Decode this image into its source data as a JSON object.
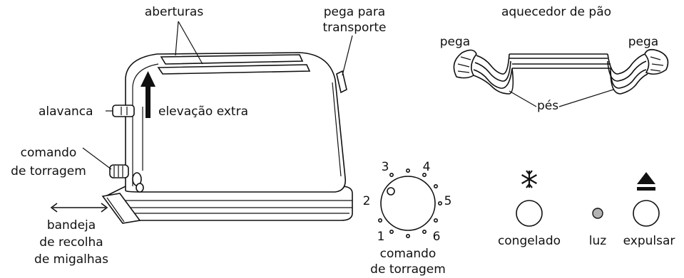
{
  "labels": {
    "slots": "aberturas",
    "carry_handle_1": "pega para",
    "carry_handle_2": "transporte",
    "bun_warmer": "aquecedor de pão",
    "handle_left": "pega",
    "handle_right": "pega",
    "feet": "pés",
    "lever": "alavanca",
    "extra_lift": "elevação extra",
    "browning_control_left_1": "comando",
    "browning_control_left_2": "de torragem",
    "crumb_tray_1": "bandeja",
    "crumb_tray_2": "de recolha",
    "crumb_tray_3": "de migalhas",
    "dial_1": "1",
    "dial_2": "2",
    "dial_3": "3",
    "dial_4": "4",
    "dial_5": "5",
    "dial_6": "6",
    "browning_control_dial_1": "comando",
    "browning_control_dial_2": "de torragem",
    "frozen": "congelado",
    "light": "luz",
    "eject": "expulsar"
  },
  "icons": {
    "frozen": "snowflake-icon",
    "eject": "eject-icon"
  },
  "colors": {
    "indicator_light": "#b3b3b3"
  }
}
